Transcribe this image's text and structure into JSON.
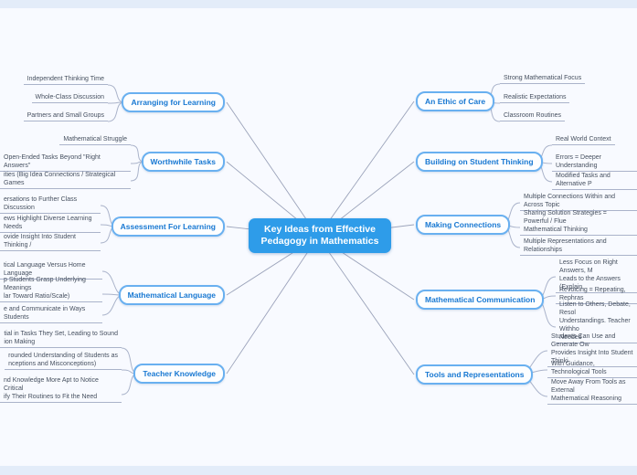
{
  "central": {
    "title": "Key Ideas from Effective Pedagogy in Mathematics"
  },
  "colors": {
    "central_fill": "#2e9ce9",
    "topic_border": "#69b0f0",
    "topic_text": "#1878d2",
    "child_text": "#46505f",
    "connector": "#aab3ca",
    "canvas": "#f8faff"
  },
  "left_branches": [
    {
      "label": "Arranging for Learning",
      "children": [
        "Independent Thinking Time",
        "Whole-Class Discussion",
        "Partners and Small Groups"
      ]
    },
    {
      "label": "Worthwhile Tasks",
      "children": [
        "Mathematical Struggle",
        "Open-Ended Tasks Beyond \"Right Answers\"",
        "ities (Big Idea Connections / Strategical Games"
      ]
    },
    {
      "label": "Assessment For Learning",
      "children": [
        "ersations to Further Class Discussion",
        "ews Highlight Diverse Learning Needs",
        "ovide Insight Into Student Thinking /"
      ]
    },
    {
      "label": "Mathematical Language",
      "children": [
        "tical Language Versus Home Language",
        "p Students Grasp Underlying Meanings\nlar Toward Ratio/Scale)",
        "e and Communicate in Ways Students"
      ]
    },
    {
      "label": "Teacher Knowledge",
      "children": [
        "tial in Tasks They Set, Leading to Sound\nion Making",
        "rounded Understanding of Students as\nnceptions and Misconceptions)",
        "nd Knowledge More Apt to Notice Critical\nify Their Routines to Fit the Need"
      ]
    }
  ],
  "right_branches": [
    {
      "label": "An Ethic of Care",
      "children": [
        "Strong Mathematical Focus",
        "Realistic Expectations",
        "Classroom Routines"
      ]
    },
    {
      "label": "Building on Student Thinking",
      "children": [
        "Real World Context",
        "Errors = Deeper Understanding",
        "Modified Tasks and Alternative P"
      ]
    },
    {
      "label": "Making Connections",
      "children": [
        "Multiple Connections Within and Across Topic",
        "Sharing Solution Strategies = Powerful / Flue\nMathematical Thinking",
        "Multiple Representations and Relationships"
      ]
    },
    {
      "label": "Mathematical Communication",
      "children": [
        "Less Focus on Right Answers, M\nLeads to the Answers (Explain,",
        "Revoicing = Repeating, Rephras",
        "Listen to Others, Debate, Resol\nUnderstandings. Teacher Withho\nNeeded"
      ]
    },
    {
      "label": "Tools and Representations",
      "children": [
        "Students Can Use and Generate Ow\nProvides Insight Into Student Thinki",
        "With Guidance, Technological Tools",
        "Move Away From Tools as External\nMathematical Reasoning"
      ]
    }
  ]
}
